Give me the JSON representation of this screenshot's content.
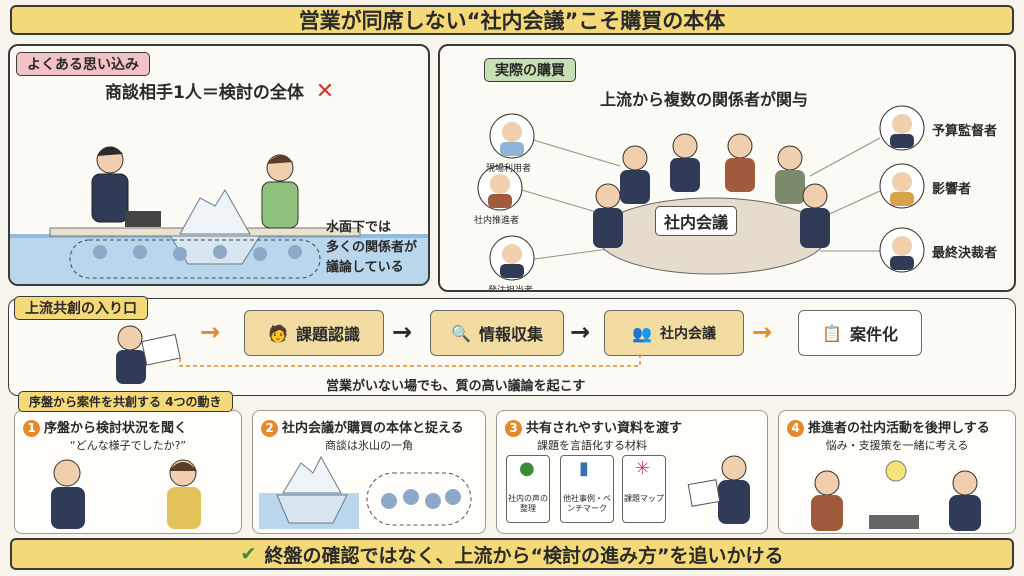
{
  "header": {
    "title": "営業が同席しない“社内会議”こそ購買の本体"
  },
  "left_panel": {
    "tag": "よくある思い込み",
    "claim": "商談相手1人＝検討の全体",
    "cross": "✕",
    "note_lines": [
      "水面下では",
      "多くの関係者が",
      "議論している"
    ]
  },
  "right_panel": {
    "tag": "実際の購買",
    "title": "上流から複数の関係者が関与",
    "table_label": "社内会議",
    "stakeholders_left": [
      "現場利用者",
      "社内推進者",
      "発注担当者"
    ],
    "stakeholders_right": [
      "予算監督者",
      "影響者",
      "最終決裁者"
    ]
  },
  "flow": {
    "tag": "上流共創の入り口",
    "steps": [
      "課題認識",
      "情報収集",
      "社内会議",
      "案件化"
    ],
    "caption": "営業がいない場でも、質の高い議論を起こす"
  },
  "moves": {
    "tag": "序盤から案件を共創する 4つの動き",
    "cards": [
      {
        "num": "1",
        "title": "序盤から検討状況を聞く",
        "sub": "“どんな様子でしたか?”"
      },
      {
        "num": "2",
        "title": "社内会議が購買の本体と捉える",
        "sub": "商談は氷山の一角"
      },
      {
        "num": "3",
        "title": "共有されやすい資料を渡す",
        "sub": "課題を言語化する材料",
        "docs": [
          "社内の声の整理",
          "他社事例・ベンチマーク",
          "課題マップ"
        ]
      },
      {
        "num": "4",
        "title": "推進者の社内活動を後押しする",
        "sub": "悩み・支援策を一緒に考える"
      }
    ]
  },
  "footer": {
    "check": "✔",
    "text": "終盤の確認ではなく、上流から“検討の進み方”を追いかける"
  },
  "colors": {
    "banner": "#f4d978",
    "accent": "#e48a2a",
    "water": "#b8d7ec",
    "suit": "#2f3b57",
    "cross": "#d9342b",
    "check": "#3a8a3a"
  }
}
